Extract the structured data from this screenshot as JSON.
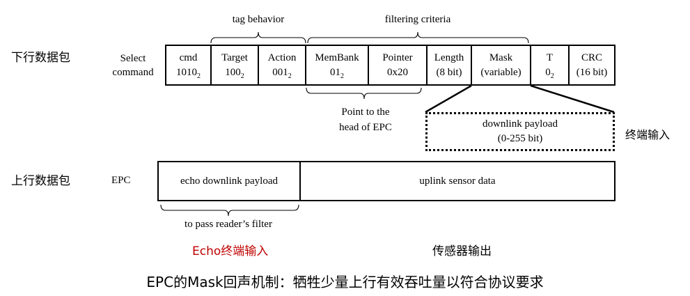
{
  "labels": {
    "downlink_packet": "下行数据包",
    "uplink_packet": "上行数据包",
    "select_command": [
      "Select",
      "command"
    ],
    "epc": "EPC",
    "terminal_input": "终端输入",
    "echo_terminal_input": "Echo终端输入",
    "sensor_output": "传感器输出",
    "caption": "EPC的Mask回声机制：牺牲少量上行有效吞吐量以符合协议要求"
  },
  "braces": {
    "tag_behavior": "tag behavior",
    "filtering_criteria": "filtering criteria",
    "point_to_head": [
      "Point to the",
      "head of EPC"
    ],
    "pass_filter": "to pass reader’s filter"
  },
  "select_fields": [
    {
      "key": "cmd",
      "name": "cmd",
      "value": "1010",
      "sub": "2"
    },
    {
      "key": "target",
      "name": "Target",
      "value": "100",
      "sub": "2"
    },
    {
      "key": "action",
      "name": "Action",
      "value": "001",
      "sub": "2"
    },
    {
      "key": "membank",
      "name": "MemBank",
      "value": "01",
      "sub": "2"
    },
    {
      "key": "pointer",
      "name": "Pointer",
      "value": "0x20",
      "sub": ""
    },
    {
      "key": "length",
      "name": "Length",
      "value": "(8 bit)",
      "sub": ""
    },
    {
      "key": "mask",
      "name": "Mask",
      "value": "(variable)",
      "sub": ""
    },
    {
      "key": "t",
      "name": "T",
      "value": "0",
      "sub": "2"
    },
    {
      "key": "crc",
      "name": "CRC",
      "value": "(16 bit)",
      "sub": ""
    }
  ],
  "mask_expansion": [
    "downlink payload",
    "(0-255 bit)"
  ],
  "uplink_fields": {
    "echo": "echo downlink payload",
    "sensor": "uplink sensor data"
  },
  "colors": {
    "highlight_red": "#c00000",
    "line": "#000000"
  }
}
